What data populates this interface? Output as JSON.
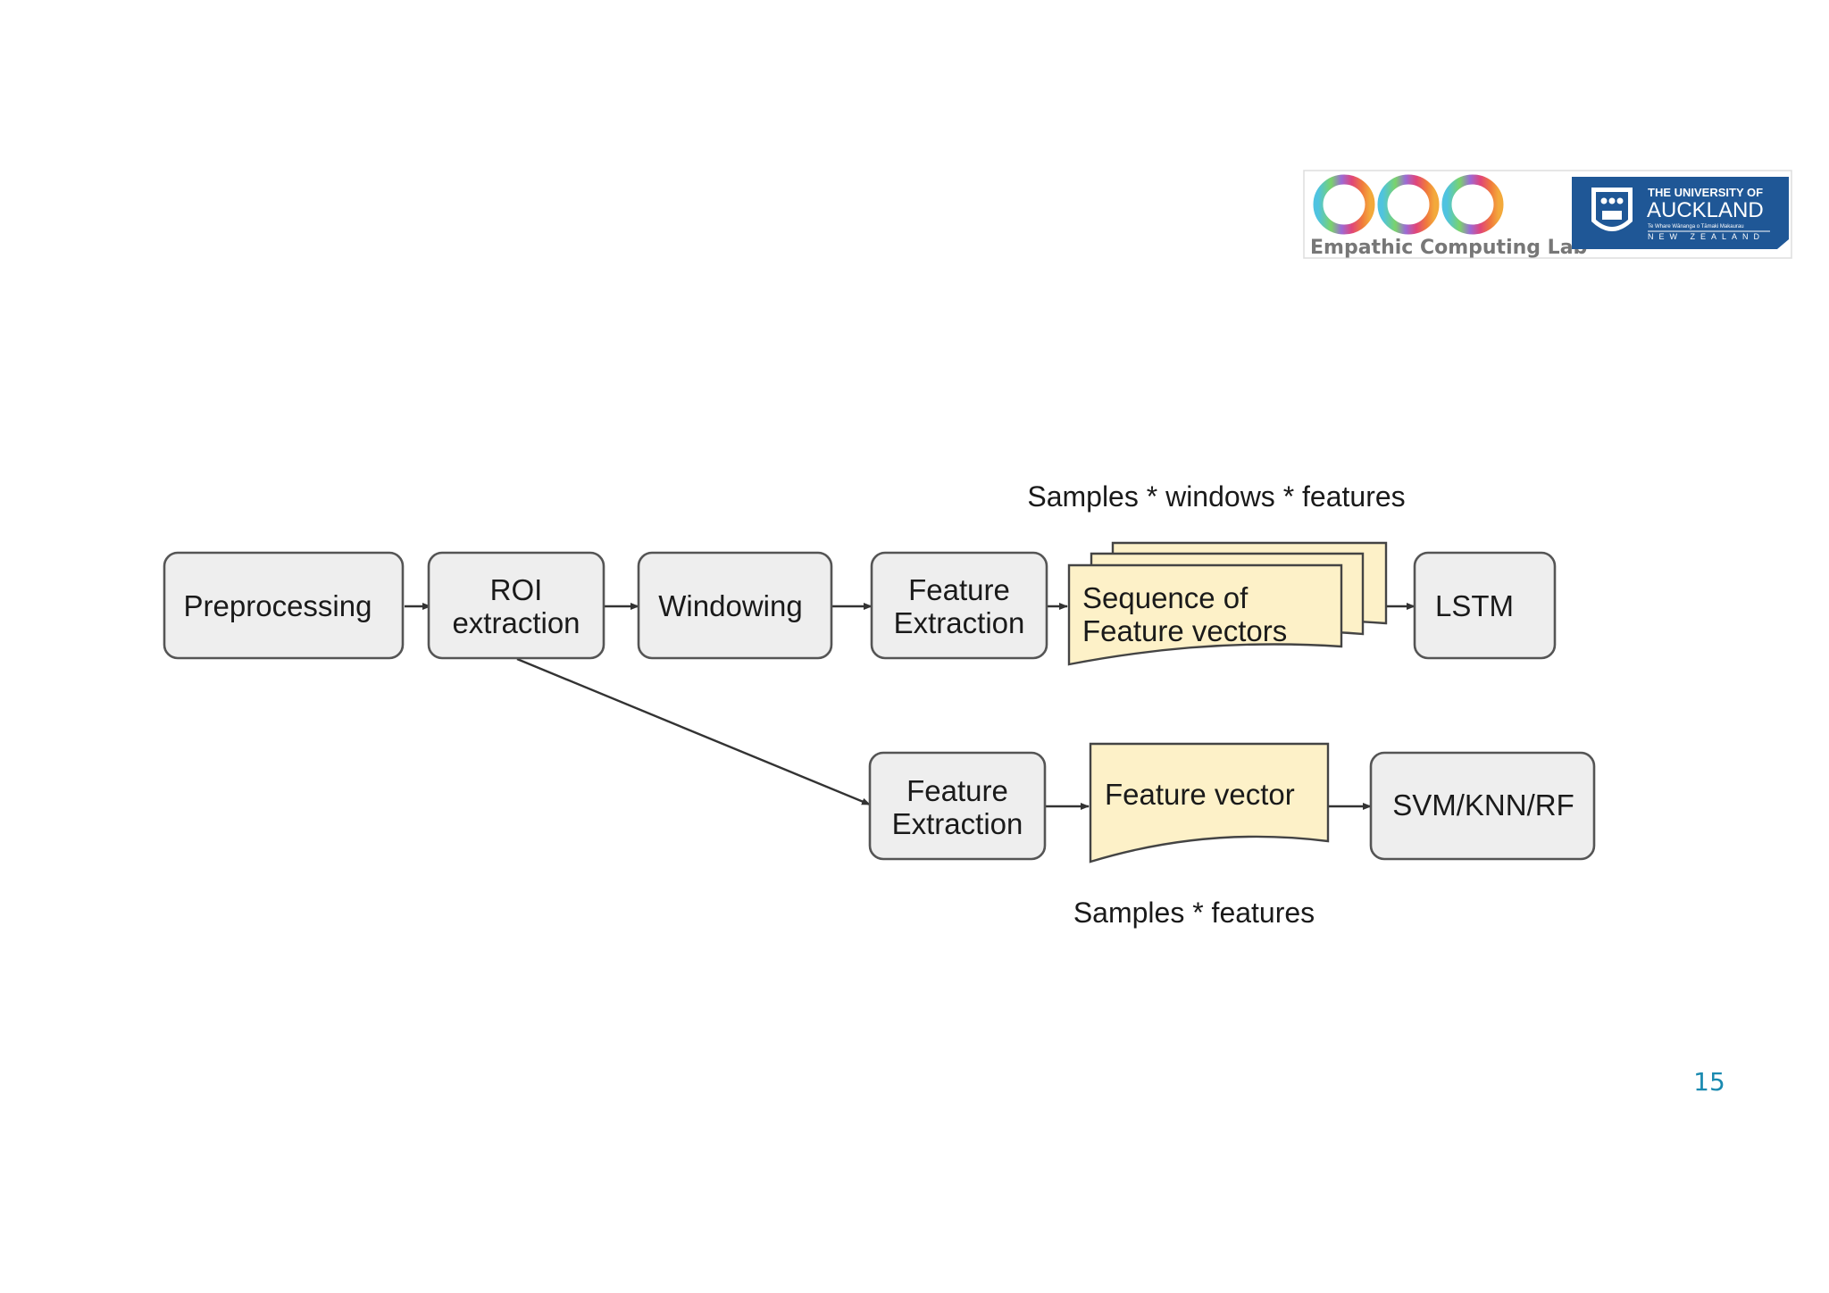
{
  "diagram": {
    "nodes": [
      {
        "id": "preprocessing",
        "lines": [
          "Preprocessing"
        ]
      },
      {
        "id": "roi",
        "lines": [
          "ROI",
          "extraction"
        ]
      },
      {
        "id": "windowing",
        "lines": [
          "Windowing"
        ]
      },
      {
        "id": "feat1",
        "lines": [
          "Feature",
          "Extraction"
        ]
      },
      {
        "id": "seq",
        "lines": [
          "Sequence of",
          "Feature vectors"
        ]
      },
      {
        "id": "lstm",
        "lines": [
          "LSTM"
        ]
      },
      {
        "id": "feat2",
        "lines": [
          "Feature",
          "Extraction"
        ]
      },
      {
        "id": "fvec",
        "lines": [
          "Feature vector"
        ]
      },
      {
        "id": "svm",
        "lines": [
          "SVM/KNN/RF"
        ]
      }
    ],
    "edges": [
      {
        "from": "preprocessing",
        "to": "roi"
      },
      {
        "from": "roi",
        "to": "windowing"
      },
      {
        "from": "windowing",
        "to": "feat1"
      },
      {
        "from": "feat1",
        "to": "seq"
      },
      {
        "from": "seq",
        "to": "lstm"
      },
      {
        "from": "roi",
        "to": "feat2"
      },
      {
        "from": "feat2",
        "to": "fvec"
      },
      {
        "from": "fvec",
        "to": "svm"
      }
    ],
    "caption_top": "Samples * windows * features",
    "caption_bottom": "Samples * features"
  },
  "logos": {
    "lab_name": "Empathic Computing Lab",
    "university_line1": "THE UNIVERSITY OF",
    "university_line2": "AUCKLAND",
    "university_line3": "Te Whare Wānanga o Tāmaki Makaurau",
    "university_line4": "NEW ZEALAND"
  },
  "page_number": "15",
  "colors": {
    "box_fill": "#eeeeee",
    "doc_fill": "#fdf1c8",
    "page_number": "#1a8ab0",
    "university_blue": "#1f5796"
  }
}
